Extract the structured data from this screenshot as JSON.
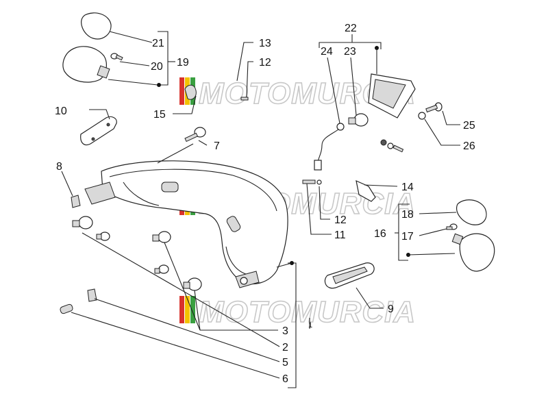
{
  "colors": {
    "watermark_red": "#d9322b",
    "watermark_yellow": "#f2c200",
    "watermark_green": "#3aa040",
    "watermark_outline": "#c8c8c8",
    "line": "#222222"
  },
  "watermark": {
    "text": "MOTOMURCIA"
  },
  "callouts": {
    "n1": "1",
    "n2": "2",
    "n3": "3",
    "n5": "5",
    "n6": "6",
    "n7": "7",
    "n8": "8",
    "n9": "9",
    "n10": "10",
    "n11": "11",
    "n12a": "12",
    "n12b": "12",
    "n13": "13",
    "n14": "14",
    "n15": "15",
    "n16": "16",
    "n17": "17",
    "n18": "18",
    "n19": "19",
    "n20": "20",
    "n21": "21",
    "n22": "22",
    "n23": "23",
    "n24": "24",
    "n25": "25",
    "n26": "26"
  }
}
